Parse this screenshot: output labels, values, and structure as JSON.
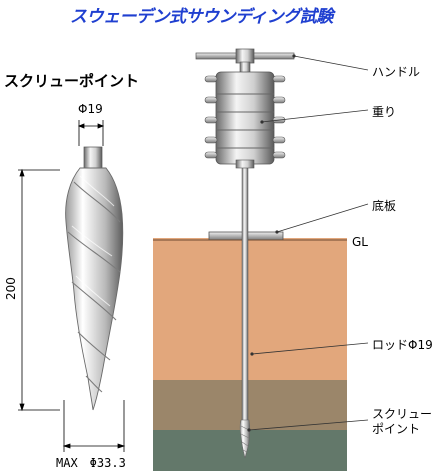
{
  "title": "スウェーデン式サウンディング試験",
  "screw_point_detail": {
    "heading": "スクリューポイント",
    "diameter_label": "Φ19",
    "length_label": "200",
    "max_label": "MAX　Φ33.3"
  },
  "apparatus_labels": {
    "handle": "ハンドル",
    "weight": "重り",
    "base_plate": "底板",
    "ground_level": "GL",
    "rod": "ロッドΦ19",
    "screw_point": "スクリュー\nポイント"
  },
  "colors": {
    "title": "#1f3fd0",
    "soil_top": "#e2a77c",
    "soil_mid": "#9b866a",
    "soil_bottom": "#63786a"
  }
}
